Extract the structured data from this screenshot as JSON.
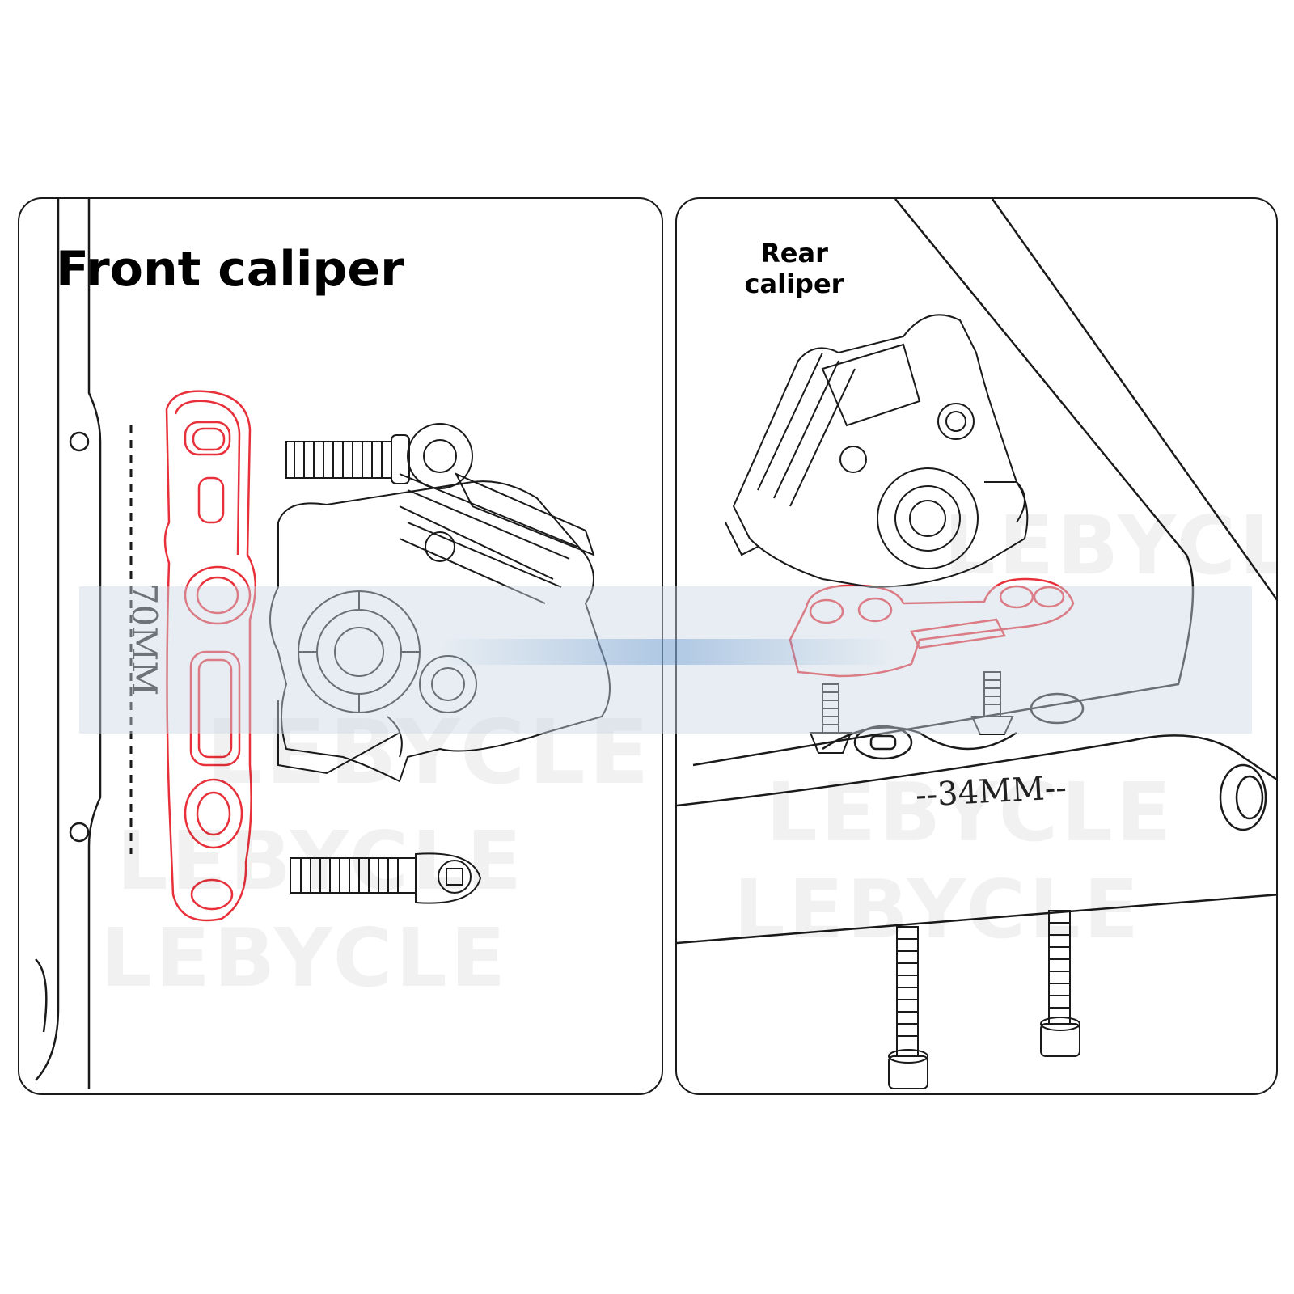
{
  "panels": {
    "front": {
      "title": "Front caliper",
      "dimension": "70MM",
      "watermark": "LEBYCLE"
    },
    "rear": {
      "title_line1": "Rear",
      "title_line2": "caliper",
      "dimension": "--34MM--",
      "watermark": "LEBYCLE"
    }
  },
  "colors": {
    "adapter": "#e8303a",
    "line": "#1a1a1a",
    "band": "#c9d6e3"
  }
}
